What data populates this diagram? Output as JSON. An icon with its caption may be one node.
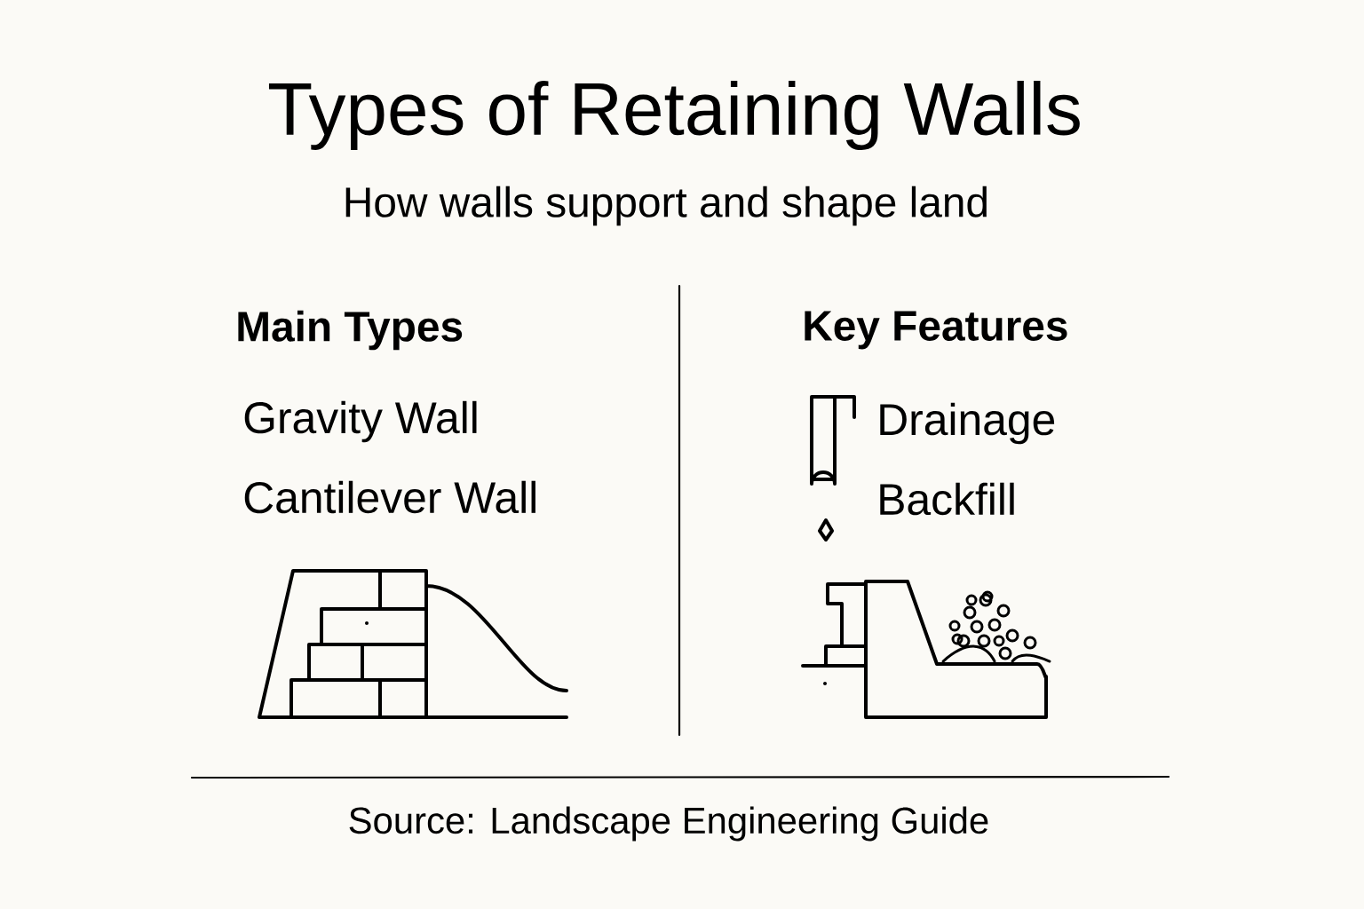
{
  "diagram": {
    "title": "Types of Retaining Walls",
    "caption": "Source: Landscape Engineering Guide",
    "labels": [
      "How walls support and shape land",
      "Main Types",
      "Gravity Wall",
      "Cantilever Wall",
      "Key Features",
      "Drainage",
      "Backfill"
    ]
  }
}
